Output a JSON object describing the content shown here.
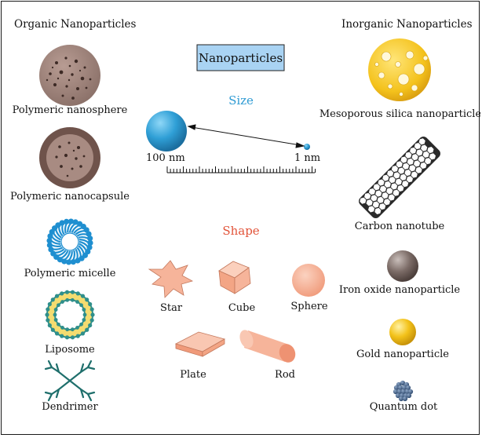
{
  "headers": {
    "organic": "Organic Nanoparticles",
    "inorganic": "Inorganic Nanoparticles"
  },
  "title": "Nanoparticles",
  "size_section": {
    "label": "Size",
    "left": "100 nm",
    "right": "1 nm"
  },
  "shape_section": {
    "label": "Shape",
    "shapes": [
      "Star",
      "Cube",
      "Sphere",
      "Plate",
      "Rod"
    ]
  },
  "organic": [
    {
      "name": "Polymeric nanosphere",
      "icon": "polymeric-nanosphere-icon"
    },
    {
      "name": "Polymeric nanocapsule",
      "icon": "polymeric-nanocapsule-icon"
    },
    {
      "name": "Polymeric micelle",
      "icon": "polymeric-micelle-icon"
    },
    {
      "name": "Liposome",
      "icon": "liposome-icon"
    },
    {
      "name": "Dendrimer",
      "icon": "dendrimer-icon"
    }
  ],
  "inorganic": [
    {
      "name": "Mesoporous silica nanoparticle",
      "icon": "mesoporous-silica-icon"
    },
    {
      "name": "Carbon nanotube",
      "icon": "carbon-nanotube-icon"
    },
    {
      "name": "Iron oxide nanoparticle",
      "icon": "iron-oxide-icon"
    },
    {
      "name": "Gold nanoparticle",
      "icon": "gold-nanoparticle-icon"
    },
    {
      "name": "Quantum dot",
      "icon": "quantum-dot-icon"
    }
  ],
  "colors": {
    "title_box_fill": "#a9d3f3",
    "size_label": "#2f9bd3",
    "shape_label": "#e2543a",
    "shape_fill": "#f6b49a",
    "gold": "#f3c21a",
    "silica": "#f4c21c",
    "iron_oxide": "#7c6c67",
    "quantum_dot": "#3f5d83"
  }
}
